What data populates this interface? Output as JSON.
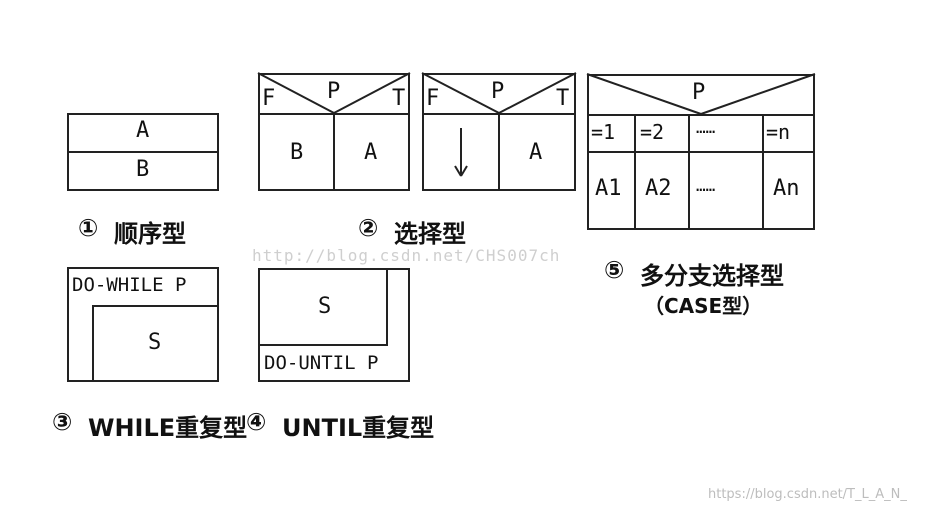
{
  "diagrams": {
    "sequence": {
      "cells": [
        "A",
        "B"
      ],
      "caption_num": "①",
      "caption": "顺序型"
    },
    "choice": {
      "left_box": {
        "f": "F",
        "p": "P",
        "t": "T",
        "b": "B",
        "a": "A"
      },
      "right_box": {
        "f": "F",
        "p": "P",
        "t": "T",
        "arrow": "↓",
        "a": "A"
      },
      "caption_num": "②",
      "caption": "选择型"
    },
    "while_loop": {
      "header": "DO-WHILE P",
      "body": "S",
      "caption_num": "③",
      "caption": "WHILE重复型"
    },
    "until_loop": {
      "body": "S",
      "footer": "DO-UNTIL P",
      "caption_num": "④",
      "caption": "UNTIL重复型"
    },
    "case": {
      "p": "P",
      "conditions": [
        "=1",
        "=2",
        "……",
        "=n"
      ],
      "actions": [
        "A1",
        "A2",
        "……",
        "An"
      ],
      "caption_num": "⑤",
      "caption": "多分支选择型",
      "caption2": "（CASE型）"
    }
  },
  "watermarks": {
    "center": "http://blog.csdn.net/CHS007ch",
    "corner": "https://blog.csdn.net/T_L_A_N_"
  }
}
